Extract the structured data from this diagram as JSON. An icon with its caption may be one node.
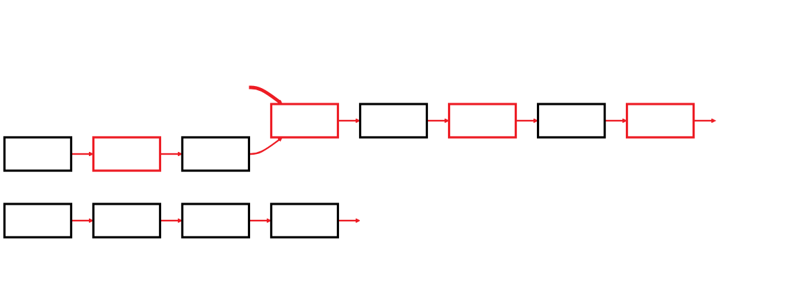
{
  "diagram": {
    "nodes": [
      {
        "text": [],
        "shape": "box"
      },
      {
        "text": [],
        "shape": "box"
      },
      {
        "text": [],
        "shape": "box"
      },
      {
        "text": [],
        "shape": "box"
      },
      {
        "text": [],
        "shape": "box"
      },
      {
        "text": [],
        "shape": "box"
      },
      {
        "text": [],
        "shape": "box"
      },
      {
        "text": [],
        "shape": "box"
      },
      {
        "text": [],
        "shape": "box"
      },
      {
        "text": [],
        "shape": "box"
      },
      {
        "text": [],
        "shape": "box"
      },
      {
        "text": [],
        "shape": "box"
      }
    ],
    "edges": [
      {
        "from": 0,
        "to": 1,
        "arrow": "to"
      },
      {
        "from": 1,
        "to": 2,
        "arrow": "to"
      },
      {
        "from": 2,
        "to": 3,
        "arrow": "to"
      },
      {
        "from": 3,
        "to": null,
        "arrow": "to"
      },
      {
        "from": null,
        "to": 7,
        "arrow": "to",
        "style": "thick"
      },
      {
        "from": 4,
        "to": 5,
        "arrow": "to"
      },
      {
        "from": 5,
        "to": 6,
        "arrow": "to"
      },
      {
        "from": 6,
        "to": 7,
        "arrow": "to"
      },
      {
        "from": 7,
        "to": 8,
        "arrow": "to"
      },
      {
        "from": 8,
        "to": 9,
        "arrow": "to"
      },
      {
        "from": 9,
        "to": 10,
        "arrow": "to"
      },
      {
        "from": 10,
        "to": 11,
        "arrow": "to"
      },
      {
        "from": 11,
        "to": null,
        "arrow": "to"
      }
    ]
  }
}
